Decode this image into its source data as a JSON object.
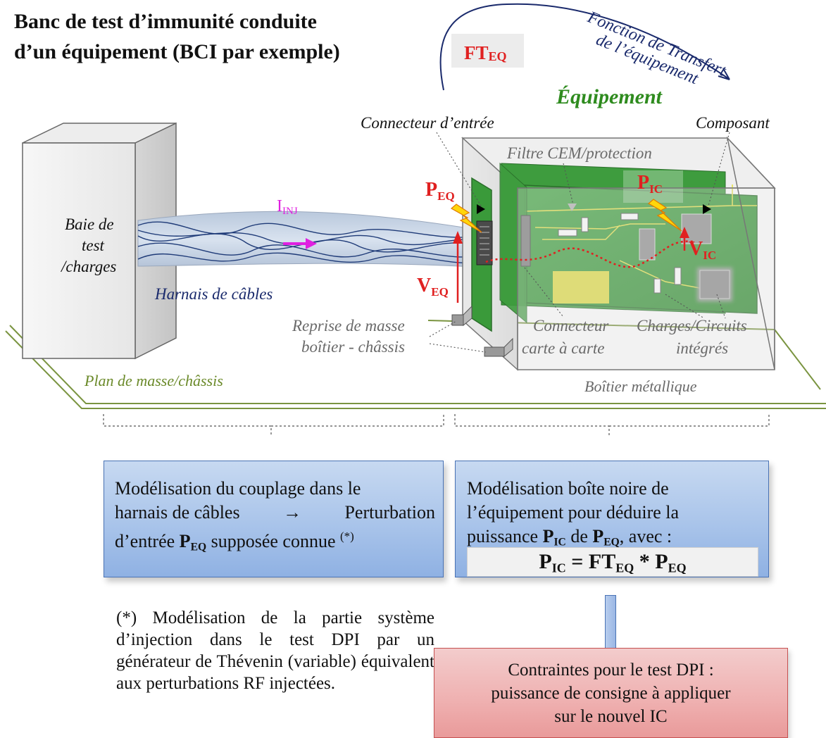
{
  "title_line1": "Banc de test d’immunité conduite",
  "title_line2": "d’un équipement (BCI par exemple)",
  "ft_label": "FT",
  "ft_sub": "EQ",
  "transfer_function_line1": "Fonction de Transfert",
  "transfer_function_line2": "de l’équipement",
  "equipment_label": "Équipement",
  "input_connector_label": "Connecteur d’entrée",
  "component_label": "Composant",
  "filter_label": "Filtre CEM/protection",
  "test_rack_lines": [
    "Baie de",
    "test",
    "/charges"
  ],
  "injected_current": "I",
  "injected_current_sub": "INJ",
  "cable_harness_label": "Harnais de câbles",
  "p_eq": "P",
  "p_eq_sub": "EQ",
  "v_eq": "V",
  "v_eq_sub": "EQ",
  "p_ic": "P",
  "p_ic_sub": "IC",
  "v_ic": "V",
  "v_ic_sub": "IC",
  "ground_return_line1": "Reprise de masse",
  "ground_return_line2": "boîtier - châssis",
  "board_connector_line1": "Connecteur",
  "board_connector_line2": "carte à carte",
  "loads_line1": "Charges/Circuits",
  "loads_line2": "intégrés",
  "ground_plane_label": "Plan de masse/châssis",
  "metal_box_label": "Boîtier métallique",
  "left_box": {
    "line1": "Modélisation du couplage dans le",
    "line2a": "harnais de câbles",
    "arrow": "→",
    "line2b": "Perturbation",
    "line3a": "d’entrée",
    "p": "P",
    "p_sub": "EQ",
    "line3b": "supposée connue",
    "footnote_mark": "(*)"
  },
  "right_box": {
    "line1": "Modélisation boîte noire de",
    "line2": "l’équipement pour déduire la",
    "line3a": "puissance",
    "p1": "P",
    "p1_sub": "IC",
    "line3b": "de",
    "p2": "P",
    "p2_sub": "EQ",
    "line3c": ", avec :"
  },
  "formula": {
    "lhs": "P",
    "lhs_sub": "IC",
    "eq": "=",
    "ft": "FT",
    "ft_sub": "EQ",
    "op": "*",
    "rhs": "P",
    "rhs_sub": "EQ"
  },
  "footnote": "(*) Modélisation de la partie système d’injection dans le test DPI par un générateur de Thévenin (variable) équivalent aux perturbations RF injectées.",
  "constraints_box": {
    "line1": "Contraintes pour le test DPI :",
    "line2": "puissance de consigne à appliquer",
    "line3": "sur le nouvel IC"
  },
  "colors": {
    "equipment_green": "#2e8b1e",
    "red_label": "#e02020",
    "magenta": "#e020e0",
    "navy_text": "#1a2a6c",
    "olive_text": "#6b8a2a",
    "pcb_green": "#3a9a3a",
    "box_blue": "#a9c4ea",
    "box_red": "#efb0b0"
  }
}
